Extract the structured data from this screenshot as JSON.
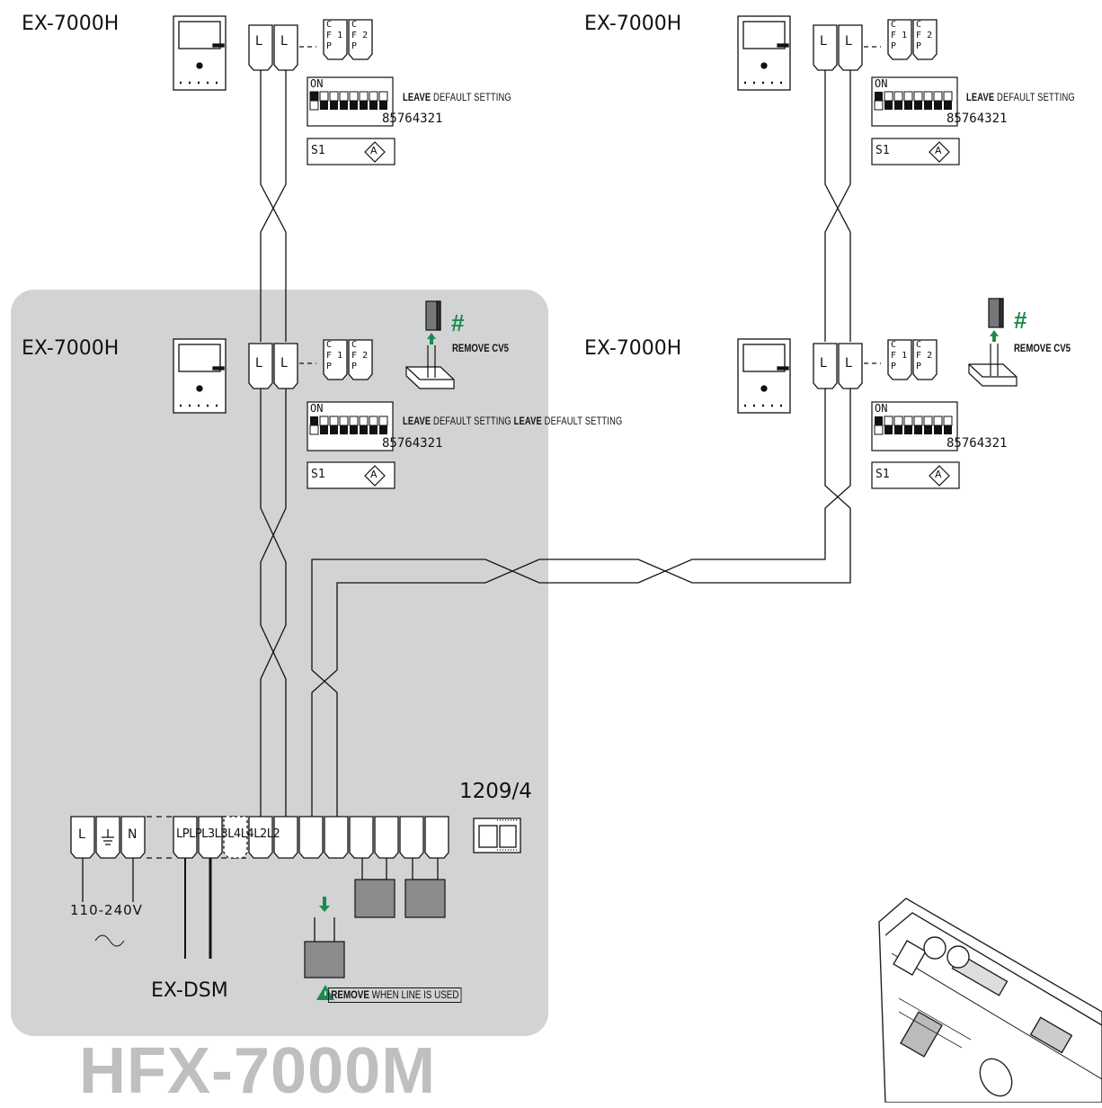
{
  "diagram": {
    "title": "HFX-7000M",
    "monitors": [
      {
        "model": "EX-7000H",
        "dip_number": "85764321",
        "dip_on": "ON",
        "note_bold": "LEAVE",
        "note_rest": " DEFAULT SETTING",
        "switch_label": "S1",
        "switch_mark": "A",
        "remove_label": ""
      },
      {
        "model": "EX-7000H",
        "dip_number": "85764321",
        "dip_on": "ON",
        "note_bold": "LEAVE",
        "note_rest": " DEFAULT SETTING",
        "switch_label": "S1",
        "switch_mark": "A",
        "remove_label": ""
      },
      {
        "model": "EX-7000H",
        "dip_number": "85764321",
        "dip_on": "ON",
        "note_bold": "LEAVE",
        "note_rest": " DEFAULT SETTING",
        "note2_bold": "LEAVE",
        "note2_rest": " DEFAULT SETTING",
        "switch_label": "S1",
        "switch_mark": "A",
        "remove_label": "REMOVE CV5"
      },
      {
        "model": "EX-7000H",
        "dip_number": "85764321",
        "dip_on": "ON",
        "switch_label": "S1",
        "switch_mark": "A",
        "remove_label": "REMOVE CV5"
      }
    ],
    "terminal_L": "L",
    "cfp1": [
      "C",
      "F",
      "P",
      "1"
    ],
    "cfp2": [
      "C",
      "F",
      "P",
      "2"
    ],
    "hash_symbol": "#",
    "power_terminals": [
      "L",
      "N"
    ],
    "bus_terminals": "LPLPL3L3L4L4L2L2",
    "voltage": "110-240V",
    "ac_symbol": "~",
    "dsm_label": "EX-DSM",
    "module_label": "1209/4",
    "warning_bold": "REMOVE",
    "warning_rest": " WHEN LINE IS USED",
    "colors": {
      "panel": "#d2d3d4",
      "accent_green": "#1d8a4e",
      "title_gray": "#bdbfc1",
      "block_gray": "#8a8b8d"
    }
  }
}
